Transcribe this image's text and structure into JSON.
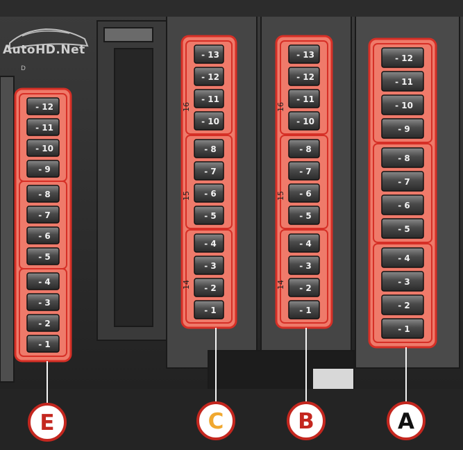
{
  "watermark": {
    "brand": "AutoHD.Net",
    "sub": "D"
  },
  "colors": {
    "highlight_fill": "#ef7a6a",
    "highlight_stroke": "#d62f26",
    "label_ring": "#c4271f",
    "label_E": "#c4271f",
    "label_C": "#f0a830",
    "label_B": "#c4271f",
    "label_A": "#111111"
  },
  "blocks": [
    {
      "id": "E",
      "label": "E",
      "fuses": [
        "12",
        "11",
        "10",
        "9",
        "8",
        "7",
        "6",
        "5",
        "4",
        "3",
        "2",
        "1"
      ],
      "groups": [
        [
          "12",
          "11",
          "10",
          "9"
        ],
        [
          "8",
          "7",
          "6",
          "5"
        ],
        [
          "4",
          "3",
          "2",
          "1"
        ]
      ],
      "side_labels": []
    },
    {
      "id": "C",
      "label": "C",
      "fuses": [
        "13",
        "12",
        "11",
        "10",
        "8",
        "7",
        "6",
        "5",
        "4",
        "3",
        "2",
        "1"
      ],
      "groups": [
        [
          "13",
          "12",
          "11",
          "10"
        ],
        [
          "8",
          "7",
          "6",
          "5"
        ],
        [
          "4",
          "3",
          "2",
          "1"
        ]
      ],
      "side_labels": [
        "16",
        "15",
        "14"
      ]
    },
    {
      "id": "B",
      "label": "B",
      "fuses": [
        "13",
        "12",
        "11",
        "10",
        "8",
        "7",
        "6",
        "5",
        "4",
        "3",
        "2",
        "1"
      ],
      "groups": [
        [
          "13",
          "12",
          "11",
          "10"
        ],
        [
          "8",
          "7",
          "6",
          "5"
        ],
        [
          "4",
          "3",
          "2",
          "1"
        ]
      ],
      "side_labels": [
        "16",
        "15",
        "14"
      ]
    },
    {
      "id": "A",
      "label": "A",
      "fuses": [
        "12",
        "11",
        "10",
        "9",
        "8",
        "7",
        "6",
        "5",
        "4",
        "3",
        "2",
        "1"
      ],
      "groups": [
        [
          "12",
          "11",
          "10",
          "9"
        ],
        [
          "8",
          "7",
          "6",
          "5"
        ],
        [
          "4",
          "3",
          "2",
          "1"
        ]
      ],
      "side_labels": []
    }
  ]
}
